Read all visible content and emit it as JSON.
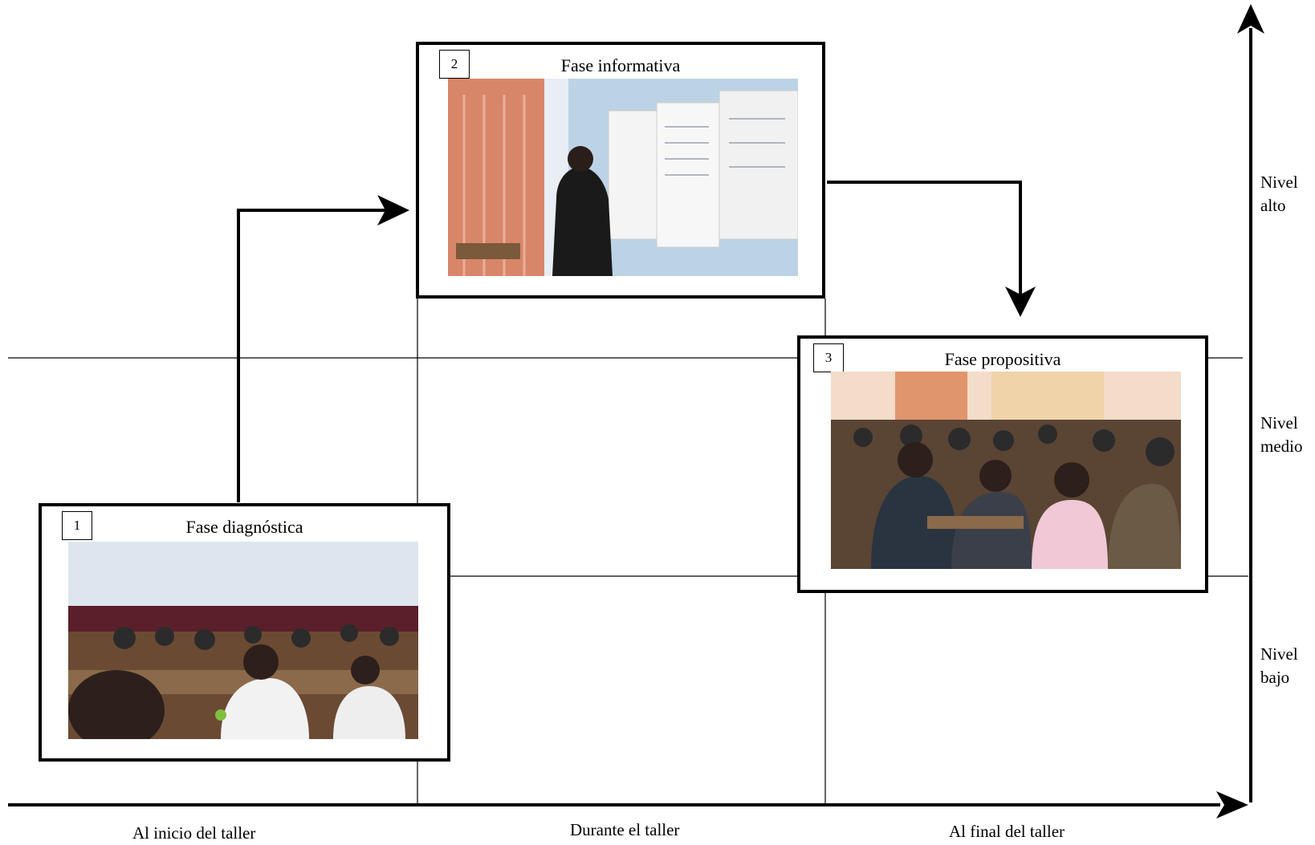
{
  "axes": {
    "x_labels": [
      "Al inicio del taller",
      "Durante el taller",
      "Al final del taller"
    ],
    "y_labels": [
      {
        "line1": "Nivel",
        "line2": "alto"
      },
      {
        "line1": "Nivel",
        "line2": "medio"
      },
      {
        "line1": "Nivel",
        "line2": "bajo"
      }
    ]
  },
  "phases": [
    {
      "number": "1",
      "title": "Fase diagnóstica",
      "photo": "students-taking-test-classroom"
    },
    {
      "number": "2",
      "title": "Fase informativa",
      "photo": "teacher-presenting-posters"
    },
    {
      "number": "3",
      "title": "Fase propositiva",
      "photo": "students-working-in-groups"
    }
  ],
  "colors": {
    "line": "#000000",
    "background": "#ffffff"
  }
}
